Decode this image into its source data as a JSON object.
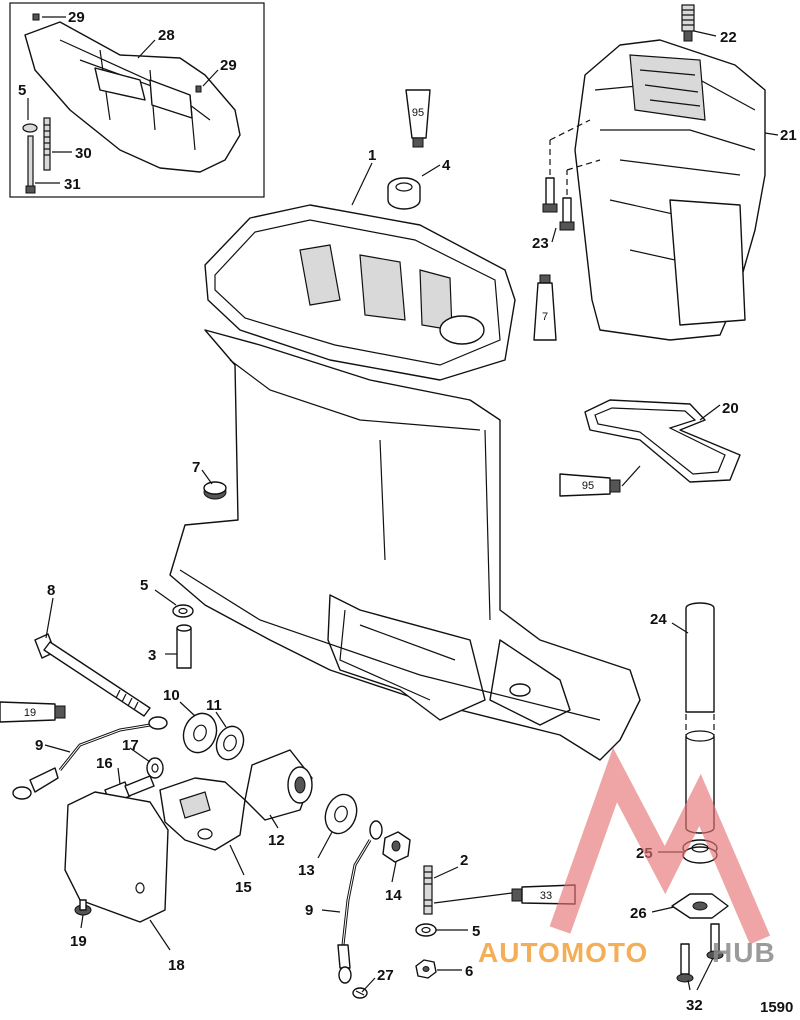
{
  "diagram": {
    "labels": {
      "p1": "1",
      "p2": "2",
      "p3": "3",
      "p4": "4",
      "p5a": "5",
      "p5b": "5",
      "p5c": "5",
      "p6": "6",
      "p7": "7",
      "p8": "8",
      "p9a": "9",
      "p9b": "9",
      "p10": "10",
      "p11": "11",
      "p12": "12",
      "p13": "13",
      "p14": "14",
      "p15": "15",
      "p16": "16",
      "p17": "17",
      "p18": "18",
      "p19": "19",
      "p20": "20",
      "p21": "21",
      "p22": "22",
      "p23": "23",
      "p24": "24",
      "p25": "25",
      "p26": "26",
      "p27": "27",
      "p28": "28",
      "p29a": "29",
      "p29b": "29",
      "p30": "30",
      "p31": "31",
      "p32": "32"
    },
    "tubes": {
      "t95a": "95",
      "t95b": "95",
      "t7": "7",
      "t19": "19",
      "t33": "33"
    },
    "figure_number": "1590"
  },
  "watermark": {
    "text_a": "AUTOMOTO",
    "text_b": "HUB",
    "color_red": "#e53935",
    "color_orange": "#f3a13a"
  }
}
